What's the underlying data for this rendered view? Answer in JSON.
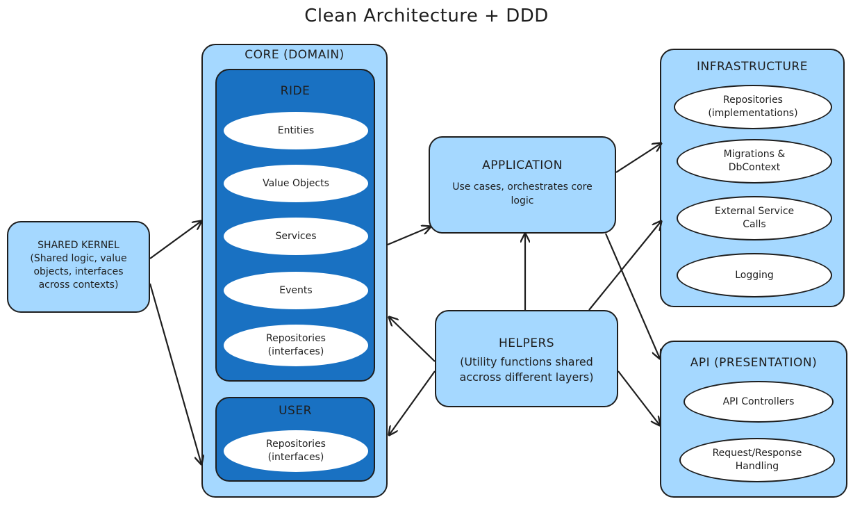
{
  "title": "Clean Architecture + DDD",
  "shared_kernel": {
    "text": "SHARED KERNEL\n(Shared logic, value objects, interfaces across contexts)"
  },
  "core": {
    "label": "CORE (DOMAIN)",
    "ride": {
      "label": "RIDE",
      "items": [
        "Entities",
        "Value Objects",
        "Services",
        "Events",
        "Repositories\n(interfaces)"
      ]
    },
    "user": {
      "label": "USER",
      "items": [
        "Repositories\n(interfaces)"
      ]
    }
  },
  "application": {
    "label": "APPLICATION",
    "description": "Use cases, orchestrates core logic"
  },
  "helpers": {
    "label": "HELPERS",
    "description": "(Utility functions shared accross different layers)"
  },
  "infrastructure": {
    "label": "INFRASTRUCTURE",
    "items": [
      "Repositories\n(implementations)",
      "Migrations &\nDbContext",
      "External Service\nCalls",
      "Logging"
    ]
  },
  "api": {
    "label": "API (PRESENTATION)",
    "items": [
      "API Controllers",
      "Request/Response\nHandling"
    ]
  },
  "colors": {
    "light_fill": "#a5d8ff",
    "dark_fill": "#1971c2",
    "stroke": "#1e1e1e",
    "ellipse_fill": "#ffffff"
  }
}
